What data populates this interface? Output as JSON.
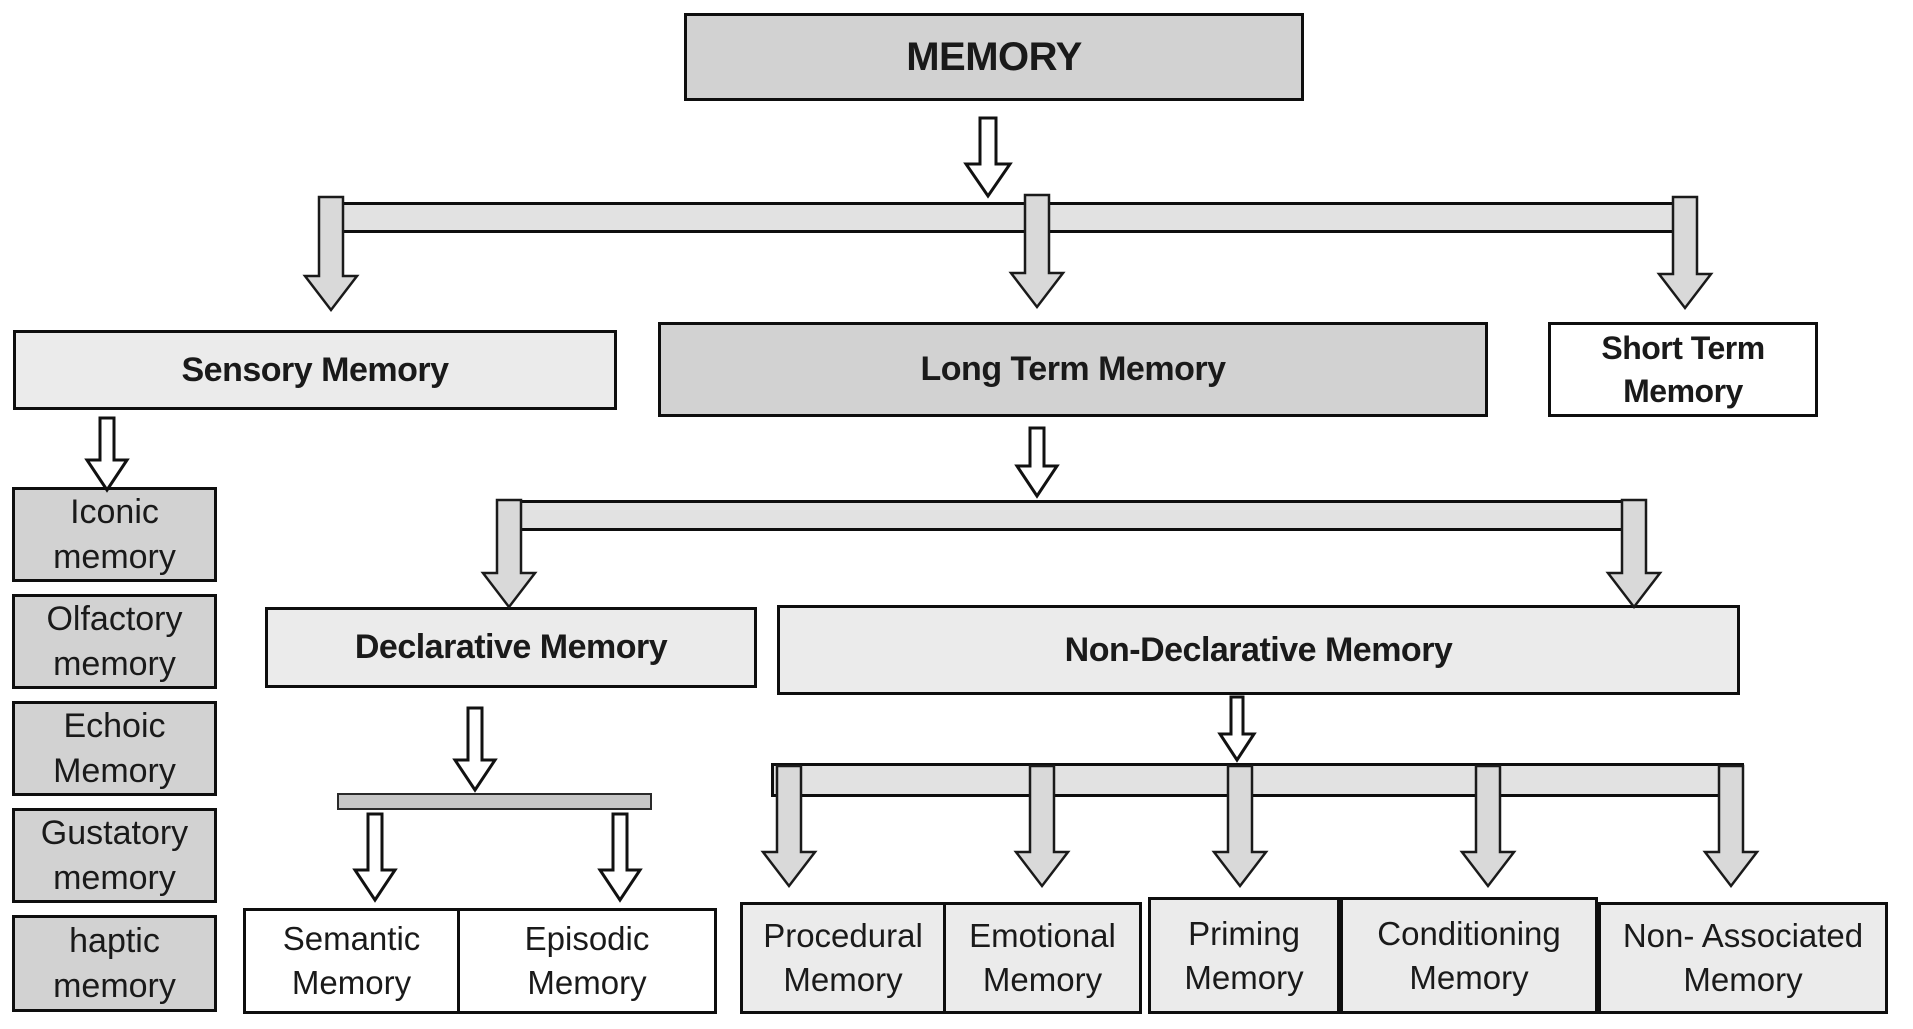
{
  "diagram_title": "MEMORY",
  "nodes": {
    "memory": "MEMORY",
    "sensory": "Sensory Memory",
    "long_term": "Long Term  Memory",
    "short_term": "Short Term\nMemory",
    "iconic": "Iconic\nmemory",
    "olfactory": "Olfactory\nmemory",
    "echoic": "Echoic\nMemory",
    "gustatory": "Gustatory\nmemory",
    "haptic": "haptic\nmemory",
    "declarative": "Declarative Memory",
    "non_declarative": "Non-Declarative Memory",
    "semantic": "Semantic\nMemory",
    "episodic": "Episodic\nMemory",
    "procedural": "Procedural\nMemory",
    "emotional": "Emotional\nMemory",
    "priming": "Priming\nMemory",
    "conditioning": "Conditioning\nMemory",
    "non_associated": "Non- Associated\nMemory"
  },
  "colors": {
    "box-dark-gray": "#d2d2d2",
    "box-light-gray": "#ebebeb",
    "box-white": "#ffffff",
    "bar-fill": "#e2e2e2",
    "small-bar-fill": "#c6c6c6",
    "arrow-gray-fill": "#d9d9d9",
    "arrow-white-fill": "#ffffff",
    "border": "#0e0e0e",
    "text": "#1a1a1a"
  }
}
